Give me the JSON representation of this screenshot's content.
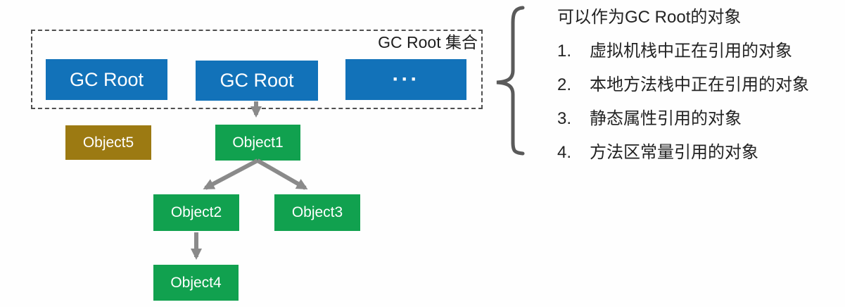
{
  "diagram": {
    "set_label": "GC Root 集合",
    "roots": [
      {
        "label": "GC Root"
      },
      {
        "label": "GC Root"
      },
      {
        "label": "···"
      }
    ],
    "objects": {
      "object1": "Object1",
      "object2": "Object2",
      "object3": "Object3",
      "object4": "Object4",
      "object5": "Object5"
    },
    "edges": [
      "GC Root → Object1",
      "Object1 → Object2",
      "Object1 → Object3",
      "Object2 → Object4"
    ]
  },
  "notes": {
    "title": "可以作为GC Root的对象",
    "items": [
      {
        "num": "1.",
        "text": "虚拟机栈中正在引用的对象"
      },
      {
        "num": "2.",
        "text": "本地方法栈中正在引用的对象"
      },
      {
        "num": "3.",
        "text": "静态属性引用的对象"
      },
      {
        "num": "4.",
        "text": "方法区常量引用的对象"
      }
    ]
  },
  "colors": {
    "root_box_blue": "#1272b9",
    "live_object_green": "#11a14f",
    "unreachable_object_gold": "#9c7a12",
    "arrow_gray": "#8a8a8a",
    "dashed_border_gray": "#4f4f4f",
    "brace_gray": "#5a5a5a",
    "box_text": "#ffffff",
    "note_text": "#232323"
  }
}
